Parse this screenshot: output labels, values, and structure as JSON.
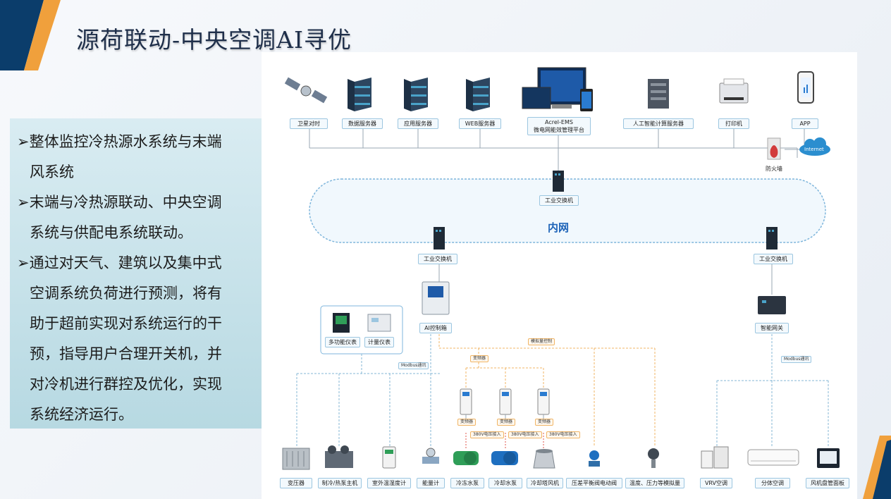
{
  "slide": {
    "title": "源荷联动-中央空调AI寻优"
  },
  "bullets": [
    {
      "lines": [
        "➢整体监控冷热源水系统与末端",
        "风系统"
      ]
    },
    {
      "lines": [
        "➢末端与冷热源联动、中央空调",
        "系统与供配电系统联动。"
      ]
    },
    {
      "lines": [
        "➢通过对天气、建筑以及集中式",
        "空调系统负荷进行预测，将有",
        "助于超前实现对系统运行的干",
        "预，指导用户合理开关机，并",
        "对冷机进行群控及优化，实现",
        "系统经济运行。"
      ]
    }
  ],
  "diagram": {
    "top_devices": [
      "卫星对时",
      "数据服务器",
      "应用服务器",
      "WEB服务器",
      "Acrel-EMS",
      "微电网能效管理平台",
      "人工智能计算服务器",
      "打印机",
      "APP"
    ],
    "firewall": "防火墙",
    "internet": "Internet",
    "switch_main": "工业交换机",
    "inner_network": "内网",
    "switch_left": "工业交换机",
    "switch_right": "工业交换机",
    "ai_box": "AI控制箱",
    "gateway": "智能网关",
    "meters": [
      "多功能仪表",
      "计量仪表"
    ],
    "comm": {
      "modbus_left": "Modbus通讯",
      "modbus_right": "Modbus通讯",
      "analog": "模拟量控制",
      "vfd": "变频器"
    },
    "vfd_labels": [
      "变频器",
      "变频器",
      "变频器"
    ],
    "voltage_labels": [
      "380V电压接入",
      "380V电压接入",
      "380V电压接入"
    ],
    "bottom_devices": [
      "变压器",
      "制冷/热泵主机",
      "室外温湿度计",
      "能量计",
      "冷冻水泵",
      "冷却水泵",
      "冷却塔风机",
      "压差平衡阀电动阀",
      "温度、压力等模拟量",
      "VRV空调",
      "分体空调",
      "风机盘管面板"
    ]
  },
  "colors": {
    "title": "#1f2f4a",
    "panel_top": "#d9ecf2",
    "panel_bottom": "#b7d9e2",
    "navy": "#0b3d6b",
    "orange": "#f0a03c",
    "line": "#9aa7b3",
    "dash_blue": "#86b7d6",
    "dash_orange": "#f0b566",
    "inner_net": "#1d63b8"
  }
}
